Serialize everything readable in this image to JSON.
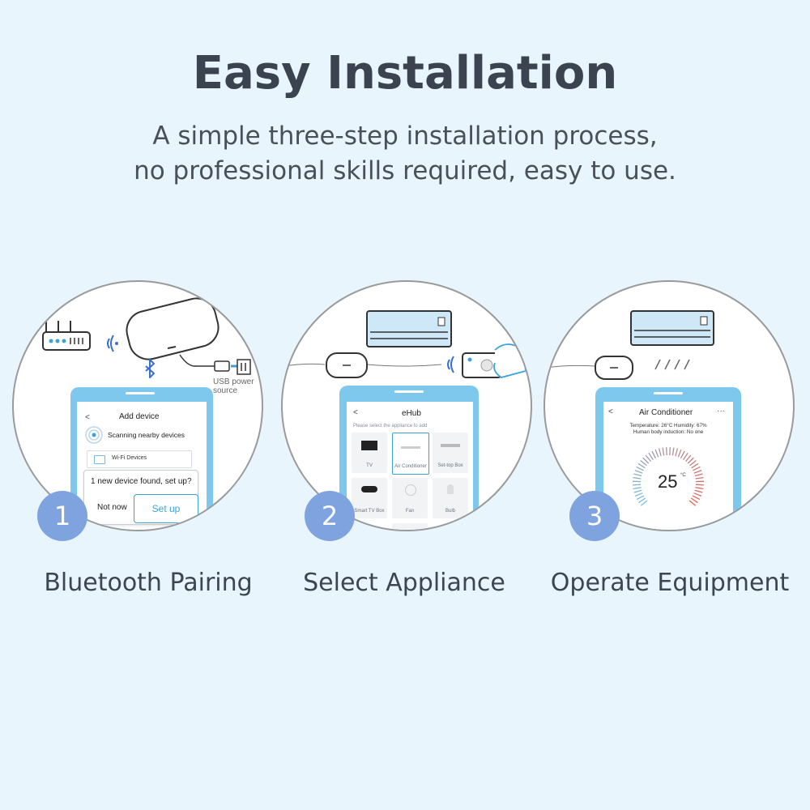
{
  "header": {
    "title": "Easy Installation",
    "subtitle_line1": "A simple three-step installation process,",
    "subtitle_line2": "no professional skills required, easy to use."
  },
  "colors": {
    "background": "#e8f5fd",
    "badge": "#7fa3df",
    "phone_frame": "#7ec8ee",
    "accent": "#3aa3d8"
  },
  "steps": [
    {
      "number": "1",
      "label": "Bluetooth Pairing",
      "usb_label_line1": "USB power",
      "usb_label_line2": "source",
      "screen": {
        "back": "<",
        "title": "Add device",
        "scanning": "Scanning nearby devices",
        "wifi_item": "Wi-Fi Devices",
        "popup_text": "1 new device found, set up?",
        "not_now": "Not now",
        "set_up": "Set up"
      },
      "icons": [
        "router-icon",
        "hub-device-icon",
        "bluetooth-icon",
        "usb-plug-icon",
        "wifi-signal-icon"
      ]
    },
    {
      "number": "2",
      "label": "Select Appliance",
      "screen": {
        "back": "<",
        "title": "eHub",
        "hint": "Please select the appliance to add",
        "tiles": [
          "TV",
          "Air Conditioner",
          "Set-top Box",
          "Smart TV Box",
          "Fan",
          "Bulb"
        ]
      },
      "icons": [
        "air-conditioner-icon",
        "remote-control-icon",
        "hand-icon"
      ]
    },
    {
      "number": "3",
      "label": "Operate Equipment",
      "screen": {
        "back": "<",
        "more": "···",
        "title": "Air Conditioner",
        "info_line1": "Temperature: 26°C Humidity: 67%",
        "info_line2": "Human body induction: No one",
        "temperature": "25",
        "unit": "°C"
      },
      "icons": [
        "air-conditioner-icon",
        "hub-device-icon",
        "airflow-icon"
      ]
    }
  ]
}
